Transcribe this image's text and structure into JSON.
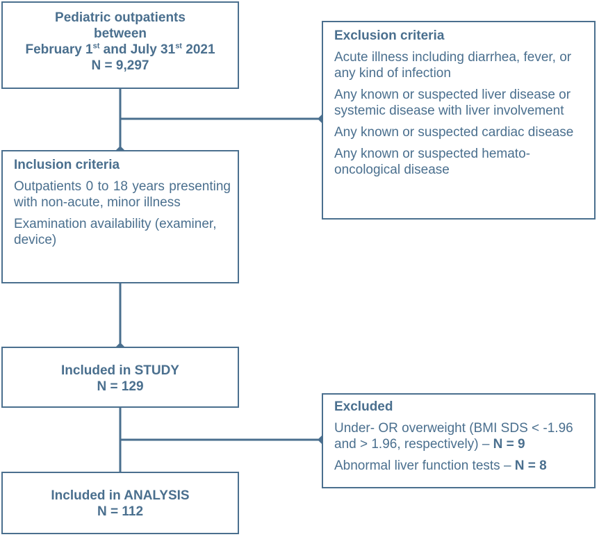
{
  "box_start": {
    "line1": "Pediatric outpatients",
    "line2": "between",
    "date_part1": "February 1",
    "sup1": "st",
    "date_part2": " and July 31",
    "sup2": "st",
    "date_part3": " 2021",
    "count": "N = 9,297"
  },
  "box_exclusion": {
    "title": "Exclusion criteria",
    "items": [
      "Acute illness including diarrhea, fever, or any kind of infection",
      "Any known or suspected liver disease or systemic disease with liver involvement",
      "Any known or suspected cardiac disease",
      "Any known or suspected hemato-oncological disease"
    ]
  },
  "box_inclusion": {
    "title": "Inclusion criteria",
    "items": [
      "Outpatients 0 to 18 years presenting with non-acute, minor illness",
      "Examination availability (examiner, device)"
    ]
  },
  "box_study": {
    "title": "Included in STUDY",
    "count": "N = 129"
  },
  "box_excluded": {
    "title": "Excluded",
    "item1_text": "Under- OR overweight (BMI SDS < -1.96 and > 1.96, respectively) – ",
    "item1_count": "N = 9",
    "item2_text": "Abnormal liver function tests – ",
    "item2_count": "N = 8"
  },
  "box_analysis": {
    "title": "Included in ANALYSIS",
    "count": "N = 112"
  },
  "colors": {
    "line": "#4a6f8e",
    "text": "#4a6f8e"
  }
}
